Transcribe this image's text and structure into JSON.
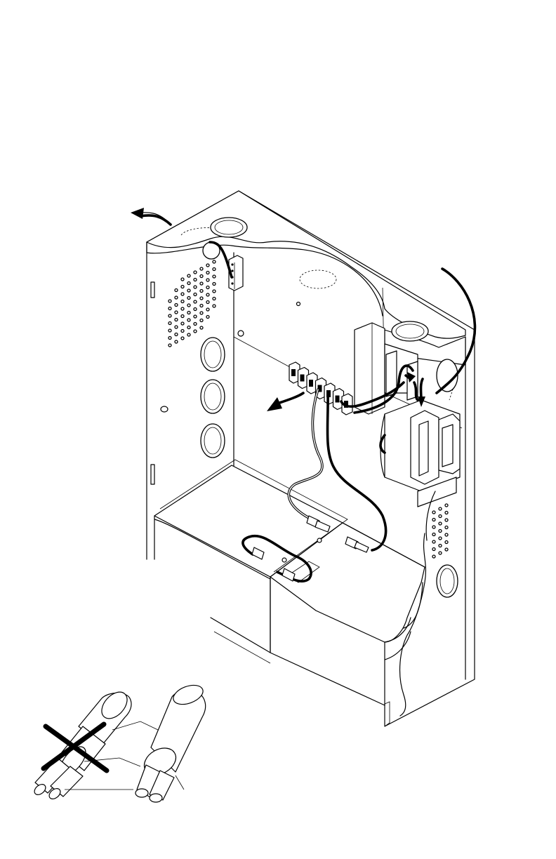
{
  "figure": {
    "enclosure": "panel-enclosure",
    "components": [
      "terminal-block",
      "transformer",
      "battery-left",
      "battery-right",
      "battery-jumper",
      "knockout-holes",
      "vent-grille"
    ],
    "inset": [
      "cable-incorrect",
      "cable-correct"
    ]
  },
  "colors": {
    "ink": "#000000",
    "paper": "#ffffff"
  }
}
